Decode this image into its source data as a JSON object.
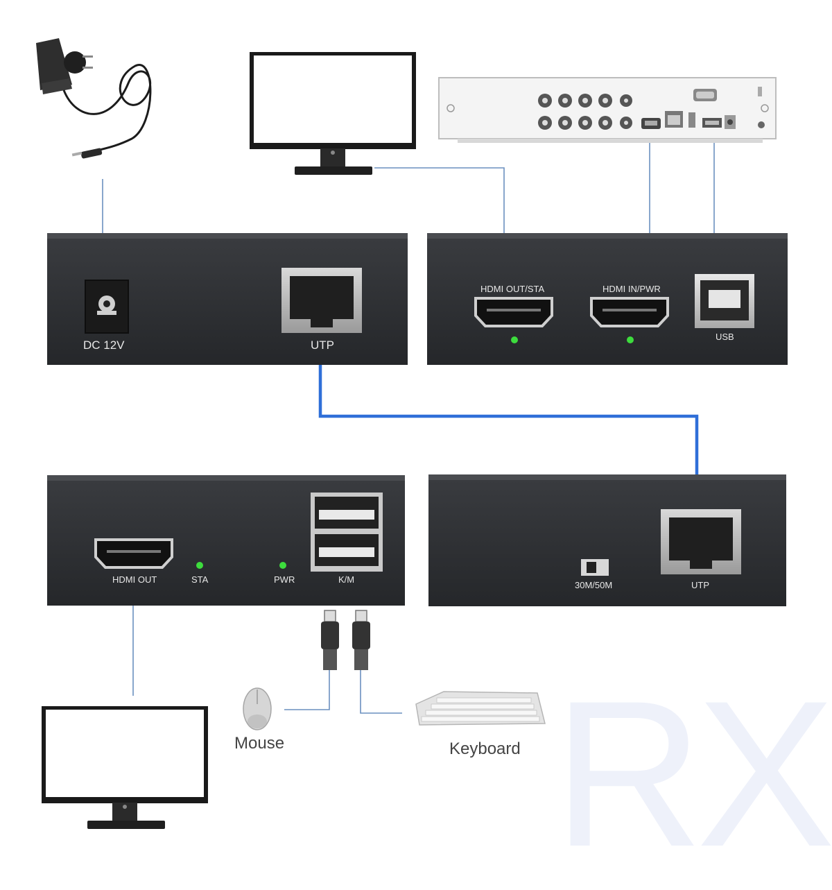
{
  "watermark": "RX",
  "transmitter_left": {
    "power_label": "DC 12V",
    "utp_label": "UTP"
  },
  "transmitter_right": {
    "hdmi_out_label": "HDMI OUT/STA",
    "hdmi_in_label": "HDMI IN/PWR",
    "usb_label": "USB"
  },
  "receiver_left": {
    "hdmi_out_label": "HDMI OUT",
    "sta_label": "STA",
    "pwr_label": "PWR",
    "km_label": "K/M"
  },
  "receiver_right": {
    "switch_label": "30M/50M",
    "utp_label": "UTP"
  },
  "peripherals": {
    "mouse_label": "Mouse",
    "keyboard_label": "Keyboard"
  },
  "colors": {
    "cable_blue": "#2f6fd8",
    "thin_line": "#6a8fbf",
    "led_green": "#3ddc3d",
    "device_body": "#2b2d31"
  }
}
